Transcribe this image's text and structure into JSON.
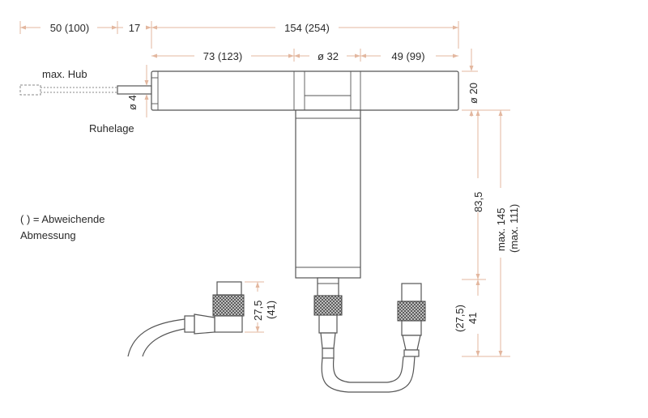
{
  "drawing": {
    "dimensions": {
      "stroke_length": "50 (100)",
      "rod_length": "17",
      "total_length": "154 (254)",
      "left_body": "73 (123)",
      "stem_diameter": "ø 32",
      "right_body": "49 (99)",
      "body_diameter": "ø 20",
      "rod_diameter": "ø 4",
      "stem_height": "83,5",
      "total_height": "max. 145",
      "total_height_alt": "(max. 111)",
      "connector_height": "41",
      "connector_height_alt": "(27,5)",
      "angled_connector_height": "27,5",
      "angled_connector_height_alt": "(41)"
    },
    "labels": {
      "max_stroke": "max. Hub",
      "rest_position": "Ruhelage",
      "legend_line1": "( ) = Abweichende",
      "legend_line2": "Abmessung"
    },
    "colors": {
      "dimension_line": "#e3b79f",
      "outline": "#555555",
      "text": "#2a2a2a"
    }
  }
}
